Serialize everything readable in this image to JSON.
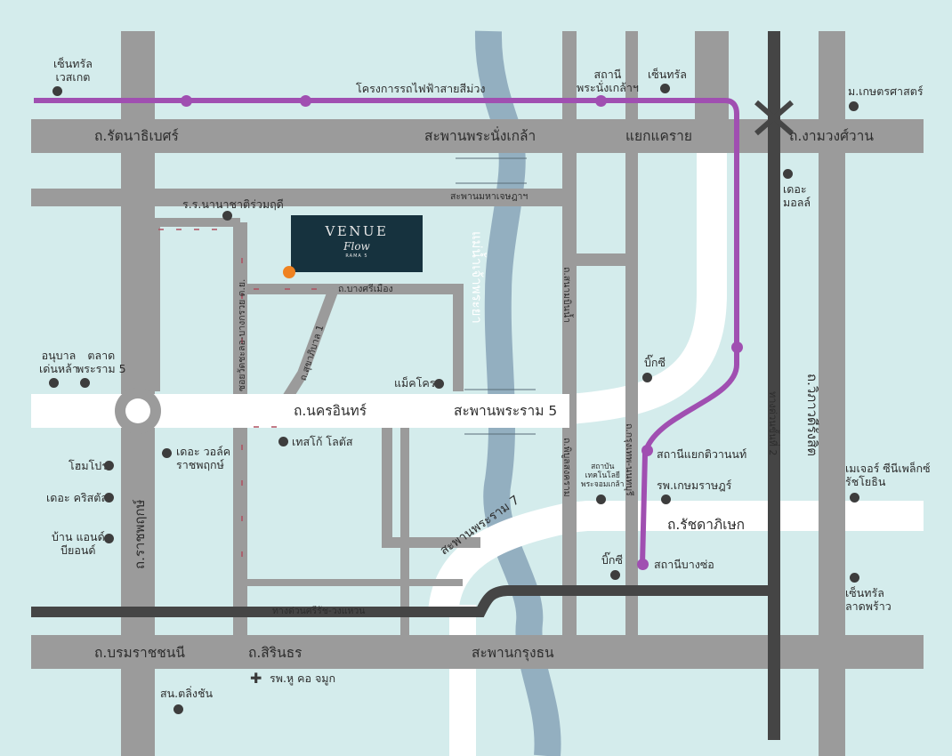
{
  "colors": {
    "background": "#d4ecec",
    "road": "#9b9b9b",
    "highway": "#ffffff",
    "expressway": "#454545",
    "river": "#93afc0",
    "purple_line": "#a04fb1",
    "project_marker": "#ef8221",
    "logo_bg": "#16323e"
  },
  "project": {
    "logo_main": "VENUE",
    "logo_script": "Flow",
    "logo_sub": "RAMA 5"
  },
  "rail": {
    "line_name": "โครงการรถไฟฟ้าสายสีม่วง",
    "stations": {
      "nonthaburi_civic": "สถานี\nพระนั่งเกล้าฯ",
      "tiwanon": "สถานีแยกติวานนท์",
      "bang_son": "สถานีบางซ่อ"
    }
  },
  "roads": {
    "rattanathibet": "ถ.รัตนาธิเบศร์",
    "phra_nang_klao_bridge": "สะพานพระนั่งเกล้า",
    "khae_rai": "แยกแคราย",
    "ngamwongwan": "ถ.งามวงศ์วาน",
    "maha_chesada_bridge": "สะพานมหาเจษฎาฯ",
    "bang_si_mueang": "ถ.บางศรีเมือง",
    "sukhaphiban_1": "ถ.สุขาภิบาล 1",
    "wat_chalo": "ซอยวัดชะลอ-บางกรวย ต.ย.",
    "nakhon_in": "ถ.นครอินทร์",
    "rama5_bridge": "สะพานพระราม 5",
    "sanam_bin_nam": "ถ.สนามบินน้ำ",
    "phibun_songkhram": "ถ.พิบูลสงคราม",
    "krung_thep_nonthaburi": "ถ.กรุงเทพ-นนทบุรี",
    "vibhavadi": "ถ.วิภาวดีรังสิต",
    "expressway_2": "ทางด่วนขั้นที่ 2",
    "ratchaphruek": "ถ.ราชพฤกษ์",
    "ratchadaphisek": "ถ.รัชดาภิเษก",
    "rama7_bridge": "สะพานพระราม 7",
    "si_rat_expressway": "ทางด่วนศรีรัช-วงแหวน",
    "borommaratchachonnani": "ถ.บรมราชชนนี",
    "sirindhorn": "ถ.สิรินธร",
    "krung_thon_bridge": "สะพานกรุงธน",
    "river": "แม่น้ำเจ้าพระยา"
  },
  "places": {
    "central_westgate": "เซ็นทรัล\nเวสเกต",
    "central_rattanathibet": "เซ็นทรัล",
    "kasetsart": "ม.เกษตรศาสตร์",
    "the_mall": "เดอะ\nมอลล์",
    "school": "ร.ร.นานาชาติร่วมฤดี",
    "kindergarten": "อนุบาล\nเด่นหล้า",
    "talad_rama5": "ตลาด\nพระราม 5",
    "makro": "แม็คโคร",
    "bigc_rama5": "บิ๊กซี",
    "tesco": "เทสโก้ โลตัส",
    "walk_ratchaphruek": "เดอะ วอล์ค\nราชพฤกษ์",
    "homepro": "โฮมโปร",
    "crystal": "เดอะ คริสตัล",
    "baan_beyond": "บ้าน แอนด์\nบียอนด์",
    "ptt_institute": "สถาบัน\nเทคโนโลยี\nพระจอมเกล้า",
    "kasemrad": "รพ.เกษมราษฎร์",
    "bigc_bangso": "บิ๊กซี",
    "major_cineplex": "เมเจอร์ ซีนีเพล็กซ์\nรัชโยธิน",
    "central_ladprao": "เซ็นทรัล\nลาดพร้าว",
    "ent_hospital": "รพ.หู คอ จมูก",
    "taling_chan": "สน.ตลิ่งชัน"
  }
}
